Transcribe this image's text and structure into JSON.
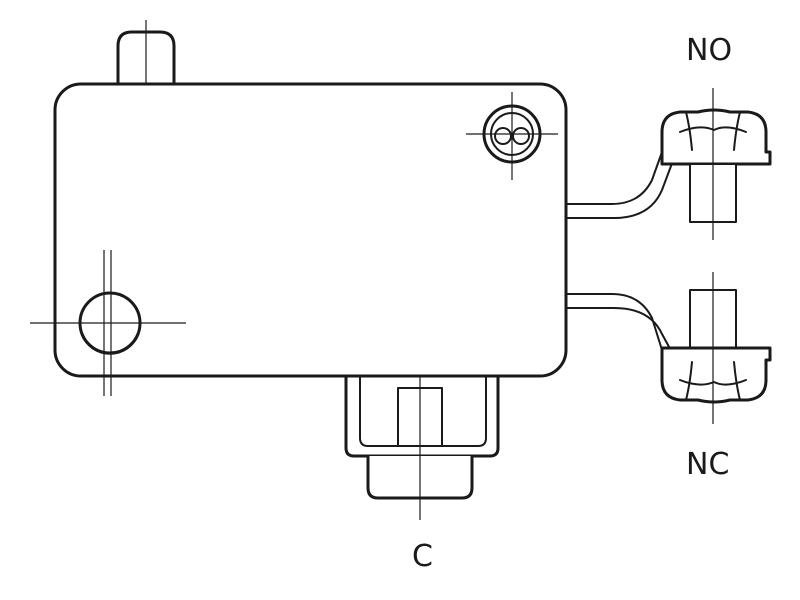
{
  "terminals": {
    "no_label": "NO",
    "nc_label": "NC",
    "c_label": "C"
  },
  "colors": {
    "line": "#1a1a1a",
    "background": "#ffffff"
  }
}
